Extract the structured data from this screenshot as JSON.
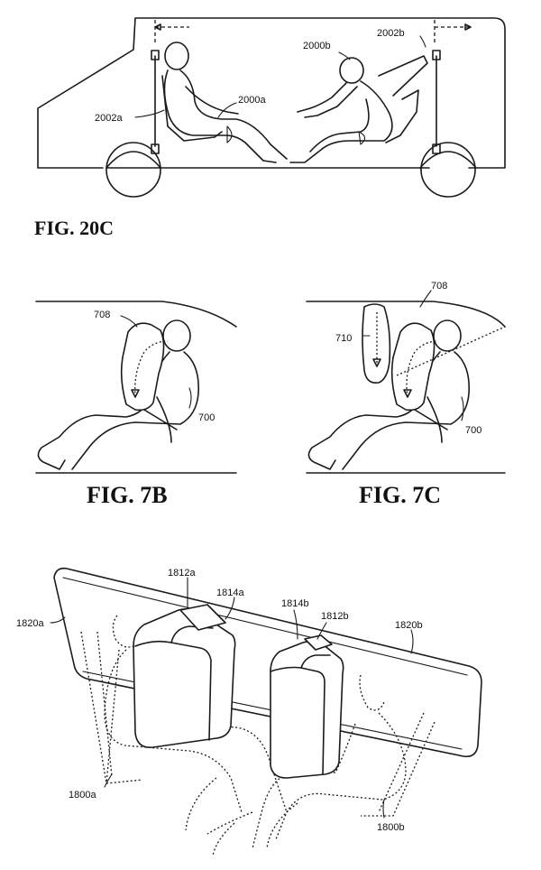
{
  "figures": {
    "fig20c": {
      "caption": "FIG. 20C",
      "labels": {
        "seat_a": "2002a",
        "occupant_a": "2000a",
        "occupant_b": "2000b",
        "seat_b": "2002b"
      }
    },
    "fig7b": {
      "caption": "FIG. 7B",
      "labels": {
        "airbag": "708",
        "occupant": "700"
      }
    },
    "fig7c": {
      "caption": "FIG. 7C",
      "labels": {
        "airbag": "708",
        "deploy": "710",
        "occupant": "700"
      }
    },
    "fig18": {
      "labels": {
        "cushion_a": "1812a",
        "mount_a": "1814a",
        "panel_a": "1820a",
        "mount_b": "1814b",
        "cushion_b": "1812b",
        "panel_b": "1820b",
        "occupant_a": "1800a",
        "occupant_b": "1800b"
      }
    }
  }
}
